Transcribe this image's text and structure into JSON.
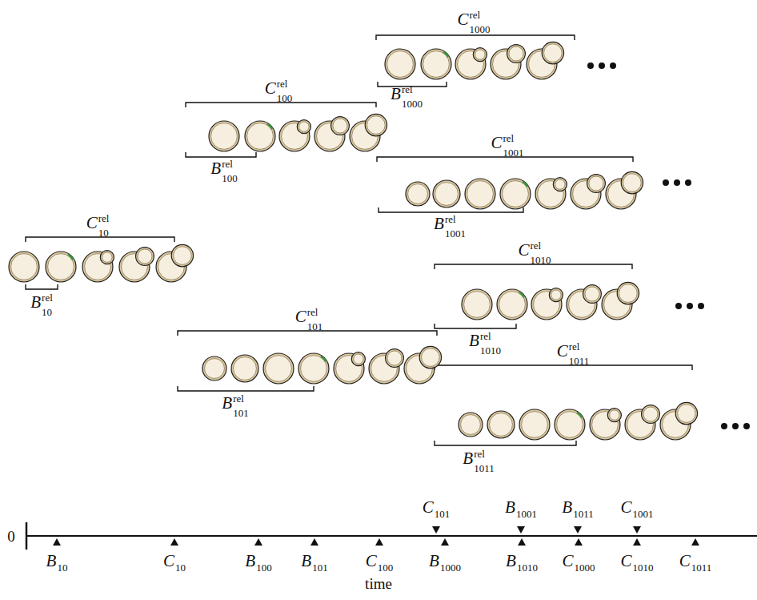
{
  "diagram": {
    "labels": [
      "C",
      "rel",
      "1000",
      "B",
      "rel",
      "1000",
      "C",
      "rel",
      "100",
      "C",
      "rel",
      "1001",
      "B",
      "rel",
      "100",
      "B",
      "rel",
      "1001",
      "C",
      "rel",
      "10",
      "B",
      "rel",
      "10",
      "C",
      "rel",
      "1010",
      "C",
      "rel",
      "101",
      "B",
      "rel",
      "1010",
      "C",
      "rel",
      "1011",
      "B",
      "rel",
      "101",
      "B",
      "rel",
      "1011",
      "C",
      "101",
      "B",
      "1001",
      "B",
      "1011",
      "C",
      "1001",
      "0",
      "B",
      "10",
      "C",
      "10",
      "B",
      "100",
      "B",
      "101",
      "C",
      "100",
      "B",
      "1000",
      "B",
      "1010",
      "C",
      "1000",
      "C",
      "1010",
      "C",
      "1011",
      "time"
    ]
  }
}
